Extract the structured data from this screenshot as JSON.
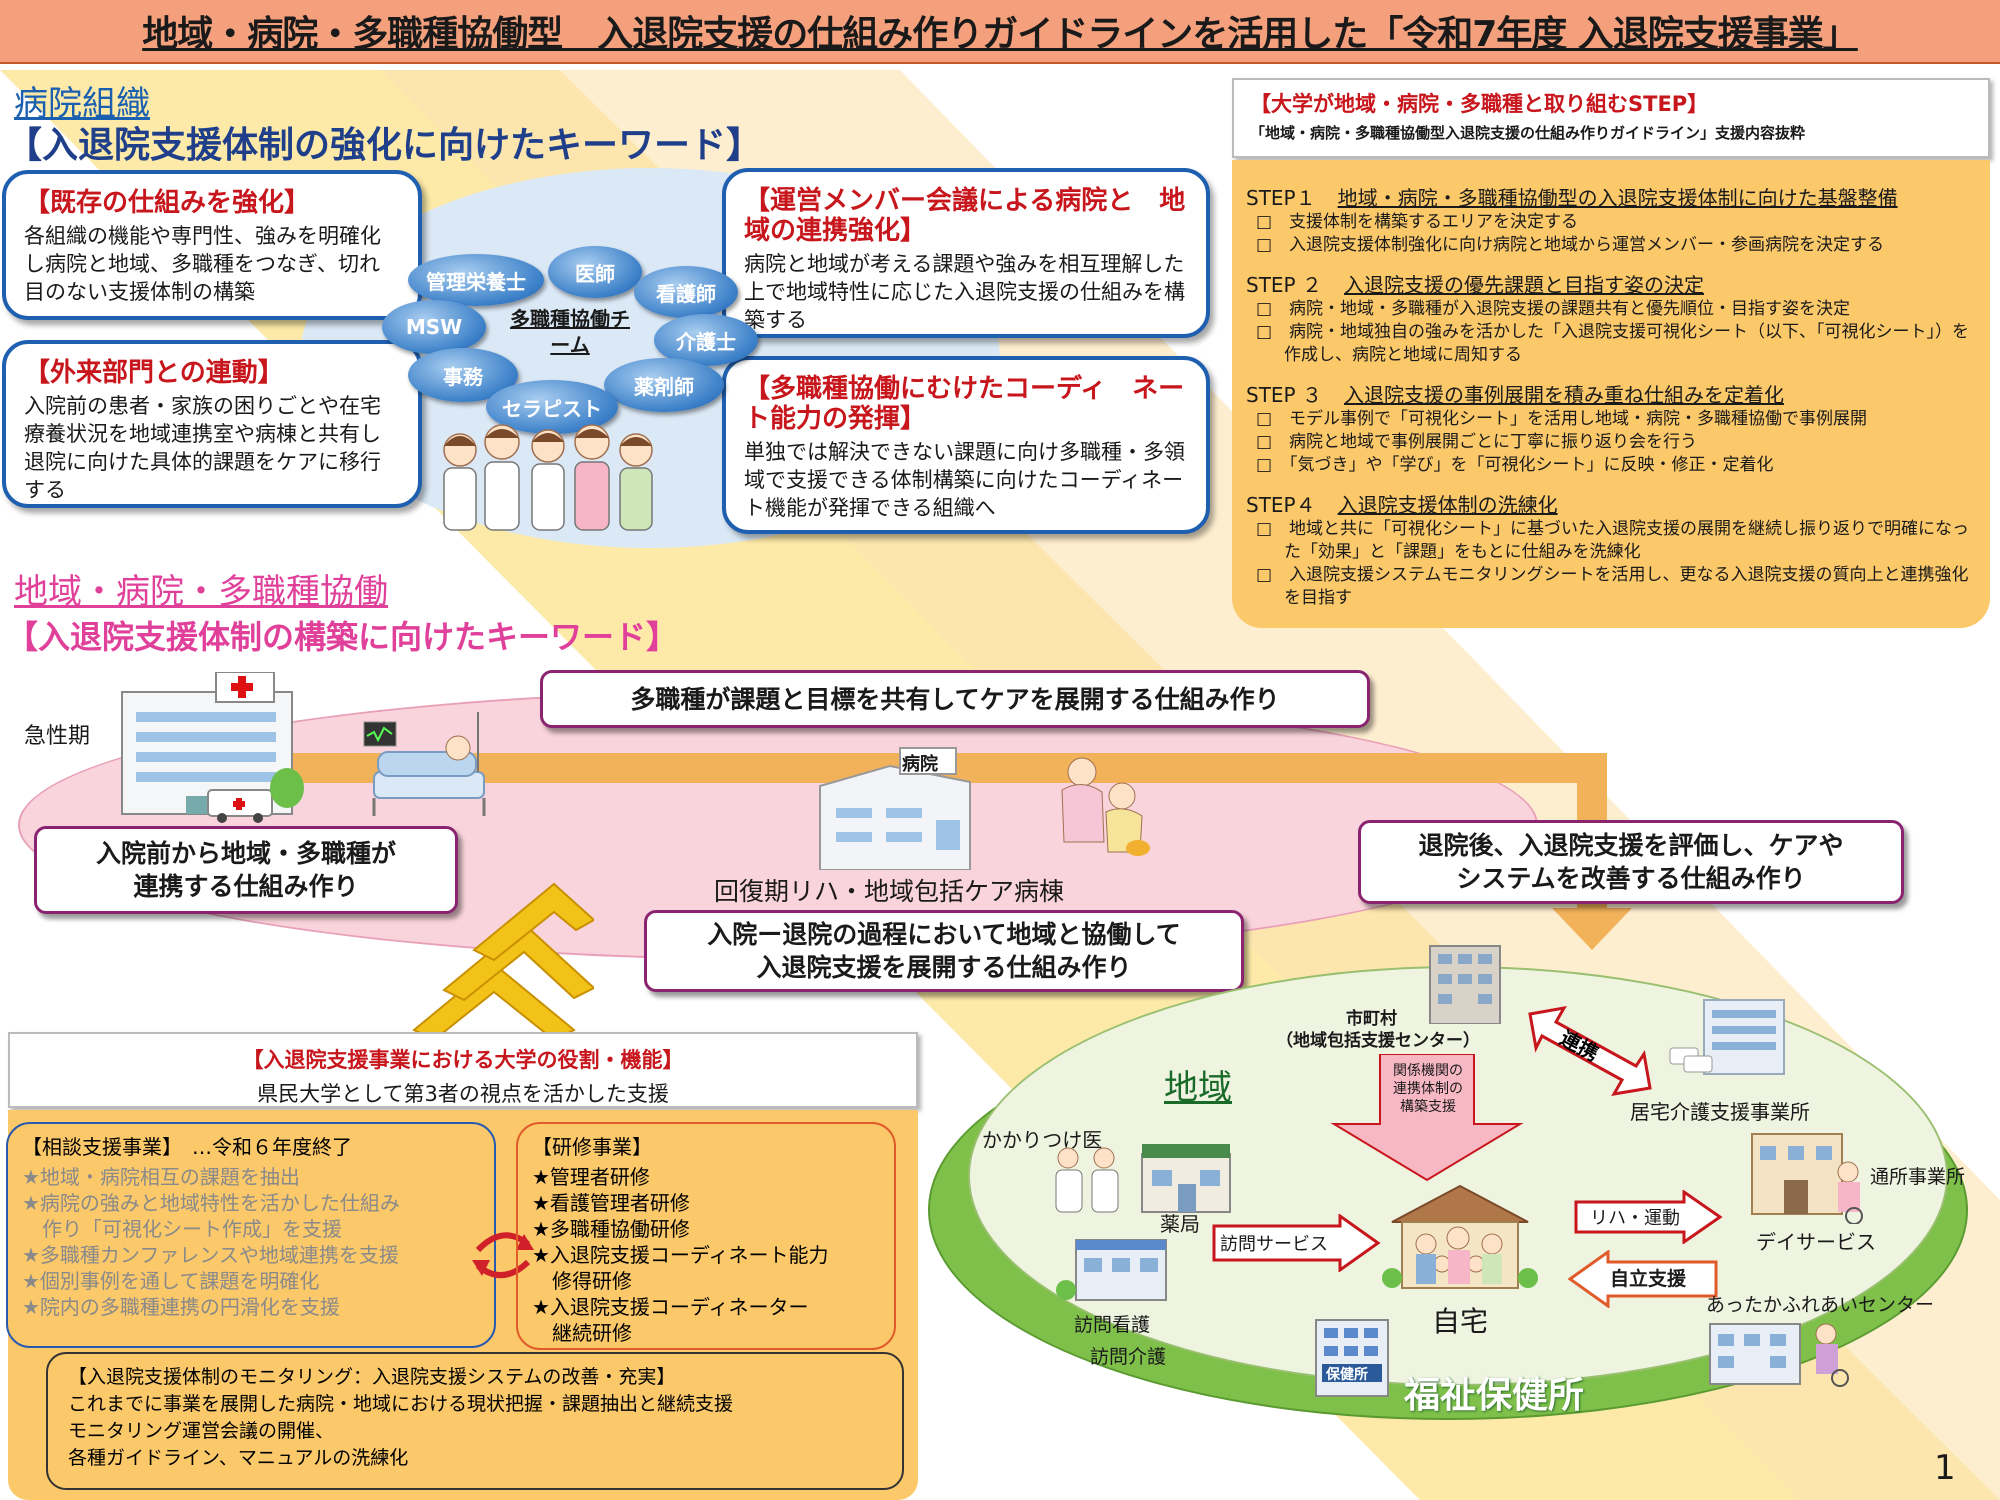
{
  "header": {
    "title": "地域・病院・多職種協働型　入退院支援の仕組み作りガイドラインを活用した「令和7年度 入退院支援事業」"
  },
  "hospital": {
    "section": "病院組織",
    "keyword": "【入退院支援体制の強化に向けたキーワード】",
    "boxes": [
      {
        "title": "【既存の仕組みを強化】",
        "text": "各組織の機能や専門性、強みを明確化し病院と地域、多職種をつなぎ、切れ目のない支援体制の構築"
      },
      {
        "title": "【外来部門との連動】",
        "text": "入院前の患者・家族の困りごとや在宅療養状況を地域連携室や病棟と共有し退院に向けた具体的課題をケアに移行する"
      },
      {
        "title": "【運営メンバー会議による病院と　地域の連携強化】",
        "text": "病院と地域が考える課題や強みを相互理解した上で地域特性に応じた入退院支援の仕組みを構築する"
      },
      {
        "title": "【多職種協働にむけたコーディ　ネート能力の発揮】",
        "text": "単独では解決できない課題に向け多職種・多領域で支援できる体制構築に向けたコーディネート機能が発揮できる組織へ"
      }
    ],
    "team_label": "多職種協働チーム",
    "roles": [
      "管理栄養士",
      "医師",
      "看護師",
      "MSW",
      "介護士",
      "事務",
      "薬剤師",
      "セラピスト"
    ]
  },
  "steps": {
    "title": "【大学が地域・病院・多職種と取り組むSTEP】",
    "subtitle": "「地域・病院・多職種協働型入退院支援の仕組み作りガイドライン」支援内容抜粋",
    "items": [
      {
        "no": "STEP１",
        "title": "地域・病院・多職種協働型の入退院支援体制に向けた基盤整備",
        "points": [
          "□　支援体制を構築するエリアを決定する",
          "□　入退院支援体制強化に向け病院と地域から運営メンバー・参画病院を決定する"
        ]
      },
      {
        "no": "STEP ２",
        "title": "入退院支援の優先課題と目指す姿の決定",
        "points": [
          "□　病院・地域・多職種が入退院支援の課題共有と優先順位・目指す姿を決定",
          "□　病院・地域独自の強みを活かした「入退院支援可視化シート（以下、「可視化シート」）を作成し、病院と地域に周知する"
        ]
      },
      {
        "no": "STEP ３",
        "title": "入退院支援の事例展開を積み重ね仕組みを定着化",
        "points": [
          "□　モデル事例で「可視化シート」を活用し地域・病院・多職種協働で事例展開",
          "□　病院と地域で事例展開ごとに丁寧に振り返り会を行う",
          "□　「気づき」や「学び」を「可視化シート」に反映・修正・定着化"
        ]
      },
      {
        "no": "STEP４",
        "title": "入退院支援体制の洗練化",
        "points": [
          "□　地域と共に「可視化シート」に基づいた入退院支援の展開を継続し振り返りで明確になった「効果」と「課題」をもとに仕組みを洗練化",
          "□　入退院支援システムモニタリングシートを活用し、更なる入退院支援の質向上と連携強化を目指す"
        ]
      }
    ]
  },
  "community": {
    "section": "地域・病院・多職種協働",
    "keyword": "【入退院支援体制の構築に向けたキーワード】",
    "acute": "急性期",
    "hospital_sign": "病院",
    "rehab": "回復期リハ・地域包括ケア病棟",
    "box_top": "多職種が課題と目標を共有してケアを展開する仕組み作り",
    "box_left": "入院前から地域・多職種が\n連携する仕組み作り",
    "box_mid": "入院ー退院の過程において地域と協働して\n入退院支援を展開する仕組み作り",
    "box_right": "退院後、入退院支援を評価し、ケアや\nシステムを改善する仕組み作り"
  },
  "region": {
    "label": "地域",
    "city": "市町村",
    "center": "（地域包括支援センター）",
    "collab": "連携",
    "arrow_text": "関係機関の\n連携体制の\n構築支援",
    "kakaritsuke": "かかりつけ医",
    "pharmacy": "薬局",
    "visit_service": "訪問サービス",
    "visit_nurse": "訪問看護",
    "visit_care": "訪問介護",
    "home": "自宅",
    "rehab_arrow": "リハ・運動",
    "independence": "自立支援",
    "care_office": "居宅介護支援事業所",
    "day_office": "通所事業所",
    "day_service": "デイサービス",
    "fureai": "あったかふれあいセンター",
    "health_office": "福祉保健所",
    "health_sign": "保健所"
  },
  "role": {
    "title": "【入退院支援事業における大学の役割・機能】",
    "subtitle": "県民大学として第3者の視点を活かした支援",
    "consult_title": "【相談支援事業】　…令和６年度終了",
    "consult_items": [
      "★地域・病院相互の課題を抽出",
      "★病院の強みと地域特性を活かした仕組み",
      "　作り「可視化シート作成」を支援",
      "★多職種カンファレンスや地域連携を支援",
      "★個別事例を通して課題を明確化",
      "★院内の多職種連携の円滑化を支援"
    ],
    "training_title": "【研修事業】",
    "training_items": [
      "★管理者研修",
      "★看護管理者研修",
      "★多職種協働研修",
      "★入退院支援コーディネート能力",
      "　修得研修",
      "★入退院支援コーディネーター",
      "　継続研修"
    ],
    "monitor_title": "【入退院支援体制のモニタリング：入退院支援システムの改善・充実】",
    "monitor_items": [
      "これまでに事業を展開した病院・地域における現状把握・課題抽出と継続支援",
      "モニタリング運営会議の開催、",
      "各種ガイドライン、マニュアルの洗練化"
    ]
  },
  "page_number": "1",
  "colors": {
    "header": "#f4a07c",
    "accent_blue": "#1f5fb0",
    "accent_red": "#c8161d",
    "pink": "#e0409a",
    "orange_panel": "#fbc86a"
  }
}
